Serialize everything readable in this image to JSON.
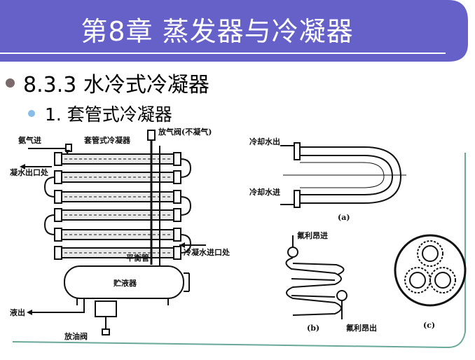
{
  "slide": {
    "title": "第8章  蒸发器与冷凝器",
    "bullet1": "8.3.3 水冷式冷凝器",
    "bullet2": "1.  套管式冷凝器"
  },
  "figure": {
    "left": {
      "ammonia_in": "氨气进",
      "condenser_name": "套管式冷凝器",
      "vent_valve": "放气阀(不凝气)",
      "water_out": "凝水出口处",
      "water_in": "冷凝水进口处",
      "balance_pipe": "平衡管",
      "receiver": "贮液器",
      "liquid_out": "液出",
      "oil_valve": "放油阀"
    },
    "right_a": {
      "cooling_water_out": "冷却水出",
      "cooling_water_in": "冷却水进",
      "caption": "(a)"
    },
    "right_b": {
      "freon_in": "氟利昂进",
      "freon_out": "氟利昂出",
      "caption": "(b)"
    },
    "right_c": {
      "caption": "(c)"
    }
  },
  "colors": {
    "banner": "#6661c8",
    "banner_line": "#8a86d8",
    "frame_line": "#6aa89a",
    "bullet1_dot": "#7a6a6a",
    "bullet2_dot": "#88bde8"
  }
}
